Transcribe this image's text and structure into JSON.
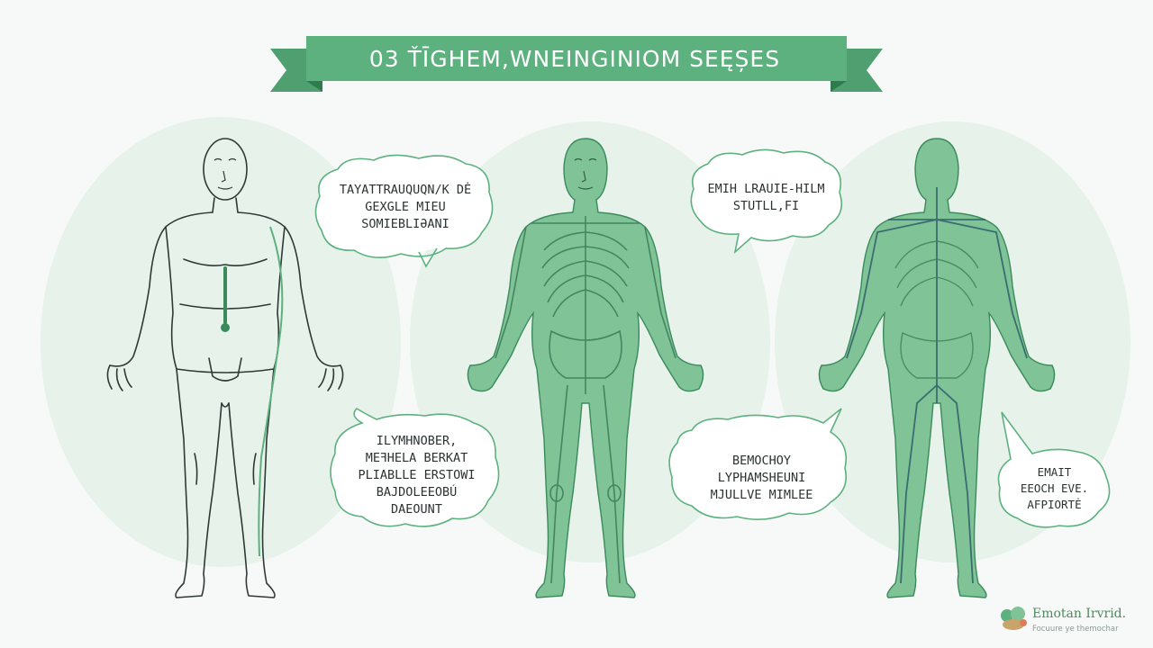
{
  "banner": {
    "title": "03 ŤĪGHEM,WNEINGINIOM SEĘȘES"
  },
  "bubbles": {
    "top_left": {
      "lines": [
        "TAYATTRAUQUQN/K DĖ",
        "GEXGLE MIEU",
        "SOMIEBLIƏANI"
      ]
    },
    "top_right": {
      "lines": [
        "EMIH LRAUIE-HILM",
        "STUTLL,FI"
      ]
    },
    "bottom_left": {
      "lines": [
        "ILYMHNOBER,",
        "MEꟻHELA BERKAT",
        "PLIABLLE ERSTOWI",
        "BAJDOLEEOBÚ",
        "DAEOUNT"
      ]
    },
    "bottom_mid": {
      "lines": [
        "BEMOCHOY",
        "LYPHAMSHEUNI",
        "MJULLVE MIMLEE"
      ]
    },
    "bottom_right": {
      "lines": [
        "EMAIT",
        "EEOCH EVE.",
        "AFPIORTĖ"
      ]
    }
  },
  "logo": {
    "title": "Emotan Irvrid.",
    "subtitle": "Focuure ye themochar"
  },
  "colors": {
    "banner": "#5cb17f",
    "banner_dark": "#3b8a5c",
    "figure_green": "#7fc397",
    "outline": "#2f3a36",
    "circle": "#e6f2ea"
  }
}
